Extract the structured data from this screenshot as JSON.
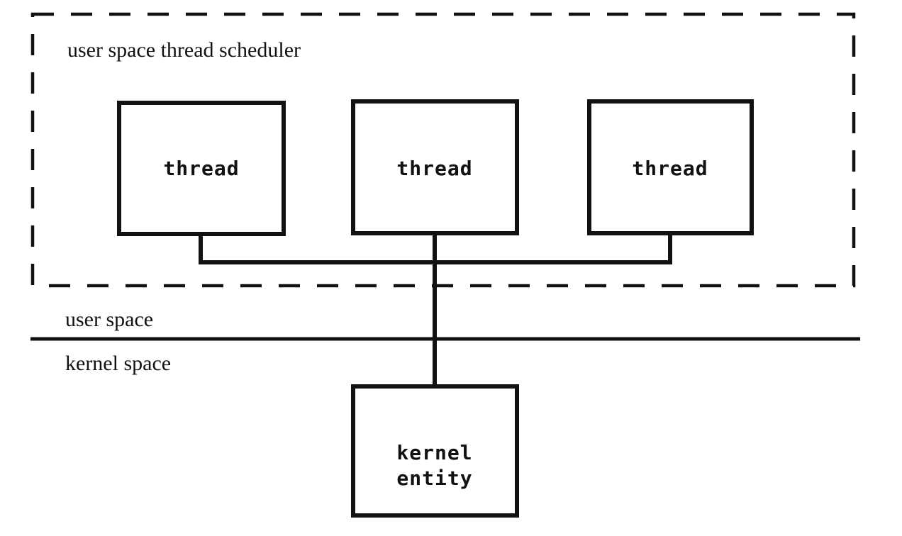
{
  "diagram": {
    "background_color": "#ffffff",
    "line_color": "#111111",
    "scheduler": {
      "title": "user space thread scheduler",
      "threads": [
        {
          "label": "thread"
        },
        {
          "label": "thread"
        },
        {
          "label": "thread"
        }
      ]
    },
    "regions": {
      "user_space_label": "user space",
      "kernel_space_label": "kernel space"
    },
    "kernel_entity": {
      "lines": [
        "kernel",
        "entity"
      ]
    }
  }
}
